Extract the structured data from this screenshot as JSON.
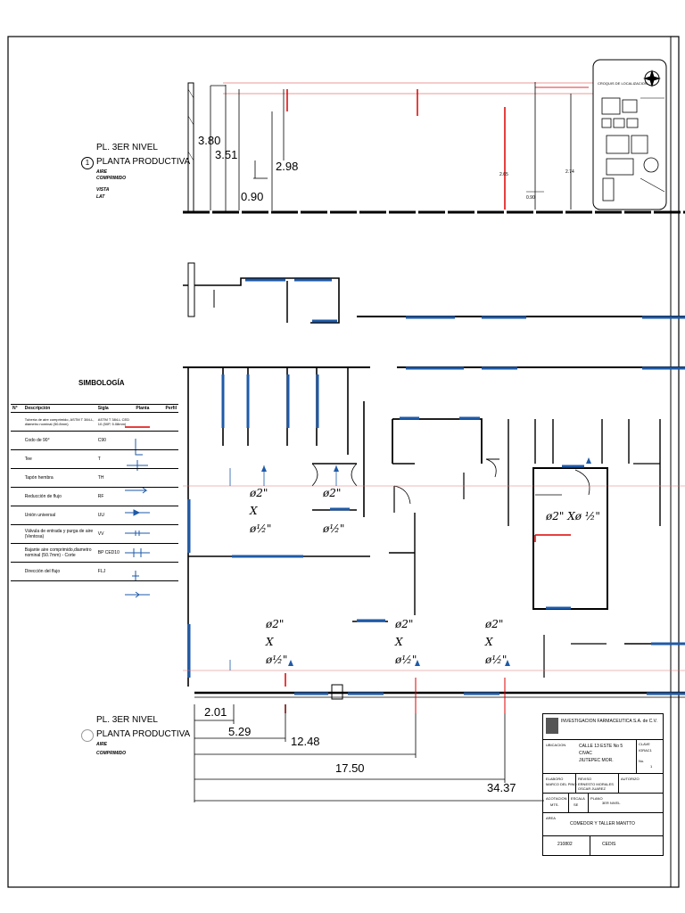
{
  "plan_top": {
    "code": "PL. 3ER NIVEL",
    "number": "1",
    "name": "PLANTA PRODUCTIVA",
    "sub": [
      "AIRE",
      "COMPRIMIDO",
      "VISTA",
      "LAT"
    ]
  },
  "plan_bottom": {
    "code": "PL. 3ER NIVEL",
    "name": "PLANTA PRODUCTIVA",
    "sub": [
      "AIRE",
      "COMPRIMIDO"
    ]
  },
  "elevation_dims": [
    "3.80",
    "3.51",
    "2.98",
    "0.90",
    "2.65",
    "2.74",
    "0.90"
  ],
  "location_sketch_title": "CROQUIS DE LOCALIZACION",
  "symbology": {
    "title": "SIMBOLOGÍA",
    "headers": [
      "N°",
      "Descripción",
      "Sigla",
      "Planta",
      "Perfil"
    ],
    "rows": [
      {
        "desc": "Tubería de aire comprimido, ASTM T 384-L, diámetro nominal (50.8mm)",
        "sigla": "ASTM T 384-L CED 10 (50P, 5.08mm)",
        "icon": "red-line"
      },
      {
        "desc": "Codo de 90°",
        "sigla": "C90",
        "icon": "elbow-90"
      },
      {
        "desc": "Tee",
        "sigla": "T",
        "icon": "tee"
      },
      {
        "desc": "Tapón hembra",
        "sigla": "TH",
        "icon": "female-plug"
      },
      {
        "desc": "Reducción de flujo",
        "sigla": "RF",
        "icon": "flow-reduction"
      },
      {
        "desc": "Unión universal",
        "sigla": "UU",
        "icon": "union"
      },
      {
        "desc": "Válvula de entrada y purga de aire (Ventosa)",
        "sigla": "VV",
        "icon": "valve"
      },
      {
        "desc": "Bajante aire comprimido,diametro nominal (50.7mm) - Corte",
        "sigla": "BP CED10",
        "icon": "downpipe"
      },
      {
        "desc": "Dirección del flujo",
        "sigla": "FLJ",
        "icon": "flow-direction"
      }
    ]
  },
  "pipe_labels": [
    {
      "a": "ø2\"",
      "b": "X",
      "c": "ø½\""
    },
    {
      "a": "ø2\"",
      "b": "X",
      "c": "ø½\""
    },
    {
      "a": "ø2\" Xø ½\""
    },
    {
      "a": "ø2\"",
      "b": "X",
      "c": "ø½\""
    },
    {
      "a": "ø2\"",
      "b": "X",
      "c": "ø½\""
    },
    {
      "a": "ø2\"",
      "b": "X",
      "c": "ø½\""
    }
  ],
  "plan_dims": [
    "2.01",
    "5.29",
    "12.48",
    "17.50",
    "34.37"
  ],
  "title_block": {
    "company": "INVESTIGACION FARMACEUTICA S.A. de C.V.",
    "ubicacion_label": "UBICACION",
    "address": [
      "CALLE 13 ESTE No 5",
      "CIVAC",
      "JIUTEPEC MOR."
    ],
    "clave_label": "CLAVE",
    "clave": "IGRAC1",
    "no_label": "No.",
    "no": "1",
    "elaboro_label": "ELABORO",
    "elaboro": "MARCO DEL PINO",
    "reviso_label": "REVISO",
    "reviso": "ERNESTO MORALES OSCAR JUAREZ",
    "autorizo_label": "AUTORIZO",
    "acot_label": "ACOTACION",
    "acot": "MTS.",
    "escala_label": "ESCALA",
    "escala": "SE",
    "plano_label": "PLANO",
    "plano": "3ER NIVEL",
    "area_label": "AREA",
    "area": "COMEDOR Y TALLER MANTTO",
    "date": "210802",
    "code": "CEDIS"
  }
}
